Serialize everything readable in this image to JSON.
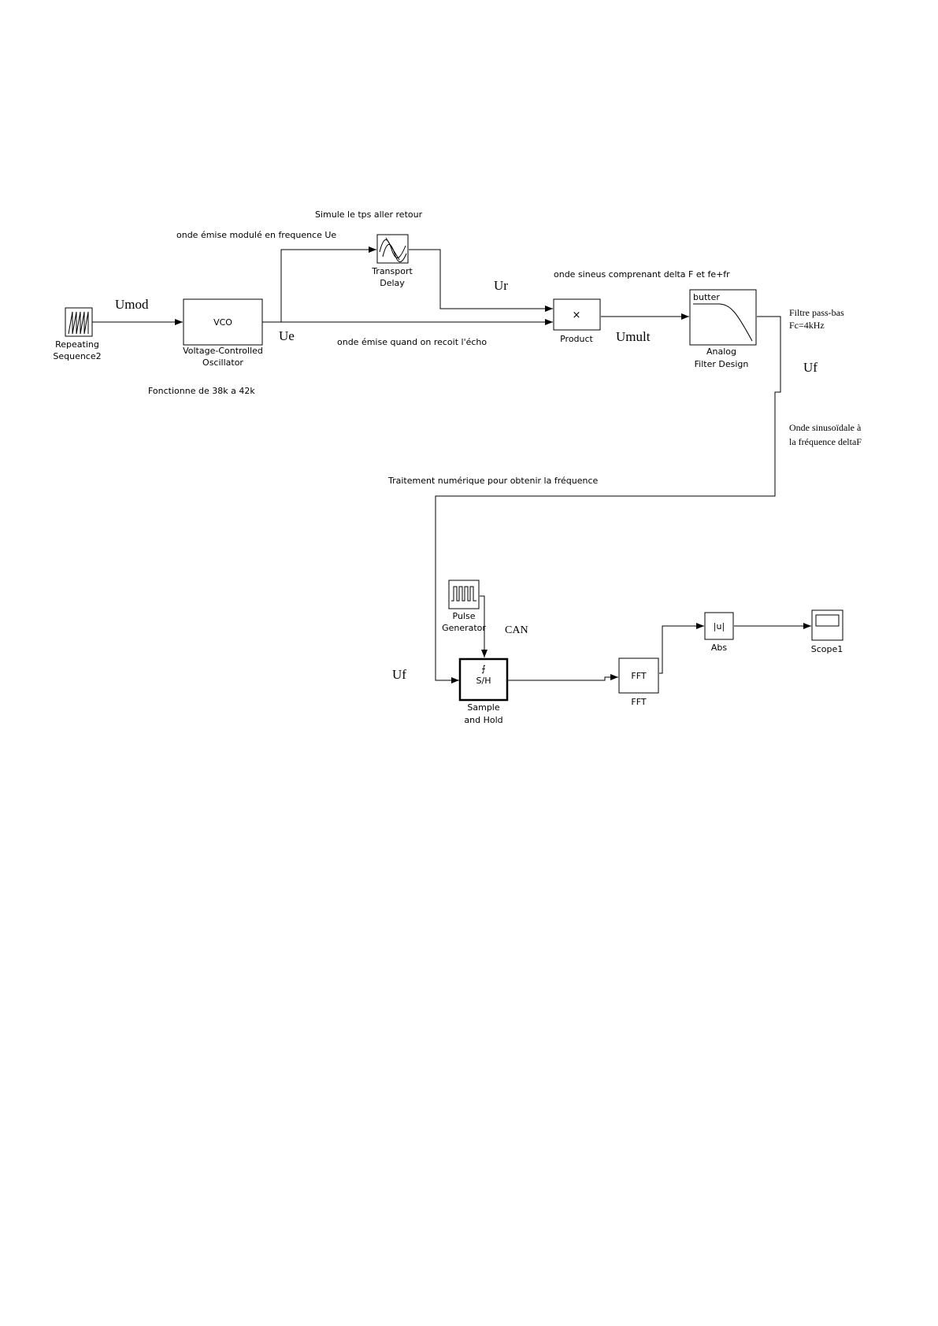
{
  "blocks": {
    "repeating": {
      "label1": "Repeating",
      "label2": "Sequence2",
      "icon": "sawtooth-icon"
    },
    "vco": {
      "text": "VCO",
      "label1": "Voltage-Controlled",
      "label2": "Oscillator"
    },
    "transport": {
      "label1": "Transport",
      "label2": "Delay",
      "icon": "transport-delay-icon"
    },
    "product": {
      "text": "×",
      "label": "Product"
    },
    "filter": {
      "text": "butter",
      "label1": "Analog",
      "label2": "Filter Design",
      "icon": "lowpass-curve-icon"
    },
    "pulse": {
      "label1": "Pulse",
      "label2": "Generator",
      "icon": "pulse-train-icon"
    },
    "sample_hold": {
      "symbol": "⨍",
      "text": "S/H",
      "label1": "Sample",
      "label2": "and Hold"
    },
    "fft": {
      "text": "FFT",
      "label": "FFT"
    },
    "abs": {
      "text": "|u|",
      "label": "Abs"
    },
    "scope": {
      "label": "Scope1",
      "icon": "scope-screen-icon"
    }
  },
  "signals": {
    "umod": "Umod",
    "ue": "Ue",
    "ur": "Ur",
    "umult": "Umult",
    "uf_right": "Uf",
    "uf_left": "Uf",
    "can": "CAN"
  },
  "annotations": {
    "simule": "Simule le tps aller retour",
    "onde_emise": "onde émise modulé en frequence Ue",
    "onde_sineus": "onde sineus comprenant delta F et fe+fr",
    "onde_echo": "onde émise quand on recoit l'écho",
    "fonctionne": "Fonctionne de 38k a  42k",
    "filtre1": "Filtre pass-bas",
    "filtre2": "Fc=4kHz",
    "onde_sin1": "Onde sinusoïdale à",
    "onde_sin2": "la fréquence deltaF",
    "traitement": "Traitement numérique pour obtenir la fréquence"
  }
}
